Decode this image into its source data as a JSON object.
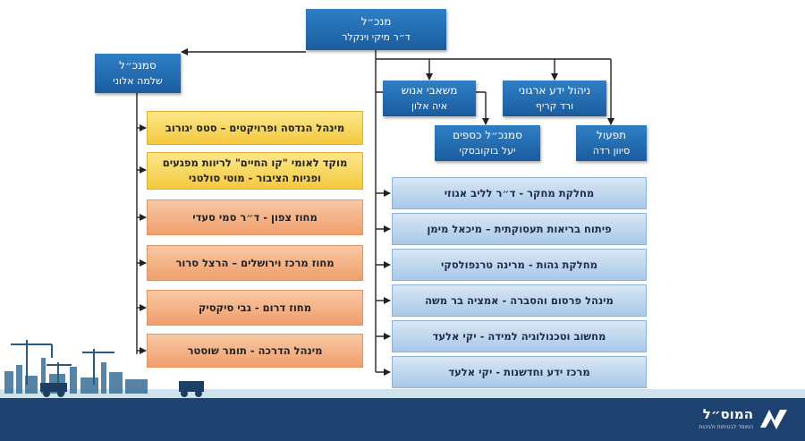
{
  "ceo": {
    "title": "מנכ״ל",
    "name": "ד״ר מיקי וינקלר"
  },
  "deputy": {
    "title": "סמנכ״ל",
    "name": "שלמה אלוני"
  },
  "top_units": [
    {
      "title": "משאבי אנוש",
      "name": "איה אלון"
    },
    {
      "title": "ניהול ידע ארגוני",
      "name": "ורד קריף"
    },
    {
      "title": "סמנכ״ל כספים",
      "name": "יעל בוקובסקי"
    },
    {
      "title": "תפעול",
      "name": "סיוון רדה"
    }
  ],
  "left_units": [
    {
      "lines": [
        "מינהל הנדסה ופרויקטים – סטס יגורוב"
      ]
    },
    {
      "lines": [
        "מוקד לאומי \"קו החיים\" לריוות מפגעים",
        "ופניות הציבור - מוטי סולטני"
      ]
    },
    {
      "lines": [
        "מחוז צפון - ד״ר סמי סעדי"
      ]
    },
    {
      "lines": [
        "מחוז מרכז וירושלים – הרצל סרור"
      ]
    },
    {
      "lines": [
        "מחוז דרום - גבי סיקסיק"
      ]
    },
    {
      "lines": [
        "מינהל הדרכה - תומר שוסטר"
      ]
    }
  ],
  "right_units": [
    "מחלקת מחקר - ד״ר לליב אגוזי",
    "פיתוח בריאות תעסוקתית – מיכאל מימן",
    "מחלקת גהות - מרינה טרנפולסקי",
    "מינהל פרסום והסברה - אמציה בר משה",
    "מחשוב וטכנולוגיה למידה - יקי אלעד",
    "מרכז ידע וחדשנות - יקי אלעד"
  ],
  "logo": {
    "name": "המוס״ל",
    "tagline": "המוסד לבטיחות ולגיהות"
  },
  "colors": {
    "dark_blue": "#1a5c9e",
    "footer": "#1d4270",
    "yellow": "#f4c93e",
    "orange": "#ef9f6c",
    "light_blue": "#a9c8e6"
  }
}
